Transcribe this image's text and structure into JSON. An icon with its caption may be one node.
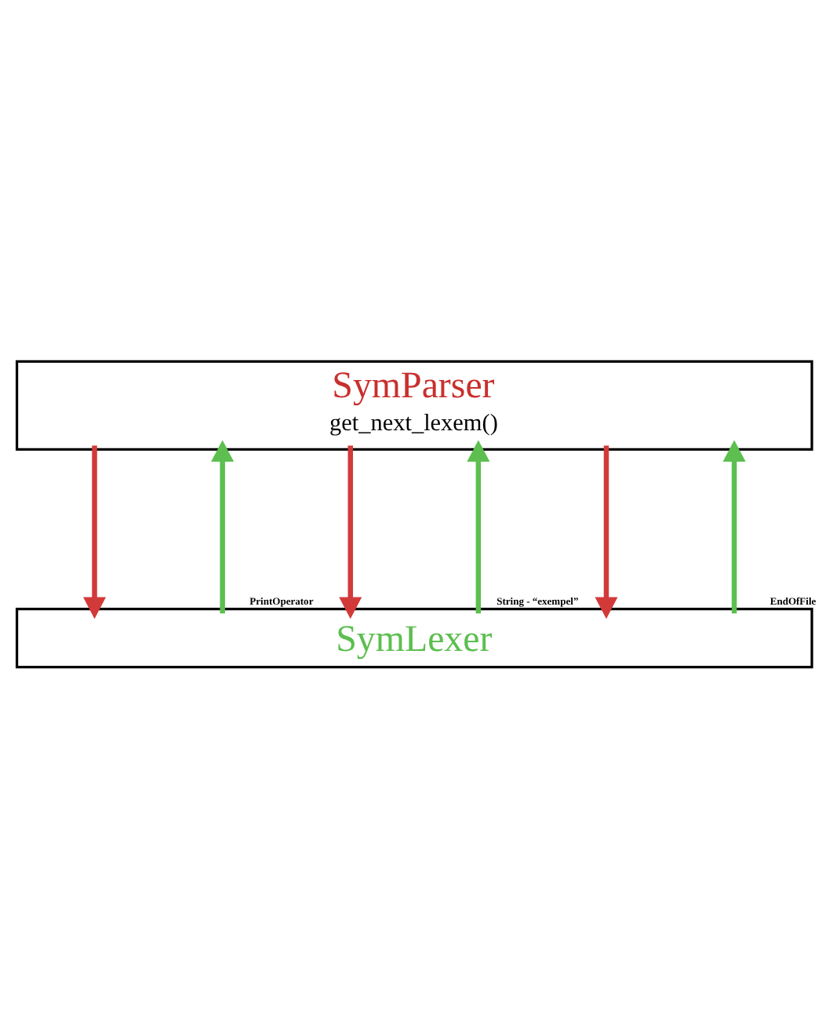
{
  "diagram": {
    "nodes": [
      {
        "text": [
          "SymParser",
          "get_next_lexem()"
        ]
      },
      {
        "text": [
          "SymLexer"
        ]
      }
    ],
    "edges": [
      {
        "from": 0,
        "to": 1,
        "arrow": "to",
        "color": "#d23a3a"
      },
      {
        "from": 1,
        "to": 0,
        "arrow": "to",
        "color": "#5cbf4f",
        "label": "PrintOperator"
      },
      {
        "from": 0,
        "to": 1,
        "arrow": "to",
        "color": "#d23a3a"
      },
      {
        "from": 1,
        "to": 0,
        "arrow": "to",
        "color": "#5cbf4f",
        "label": "String - “exempel”"
      },
      {
        "from": 0,
        "to": 1,
        "arrow": "to",
        "color": "#d23a3a"
      },
      {
        "from": 1,
        "to": 0,
        "arrow": "to",
        "color": "#5cbf4f",
        "label": "EndOfFile"
      }
    ]
  }
}
